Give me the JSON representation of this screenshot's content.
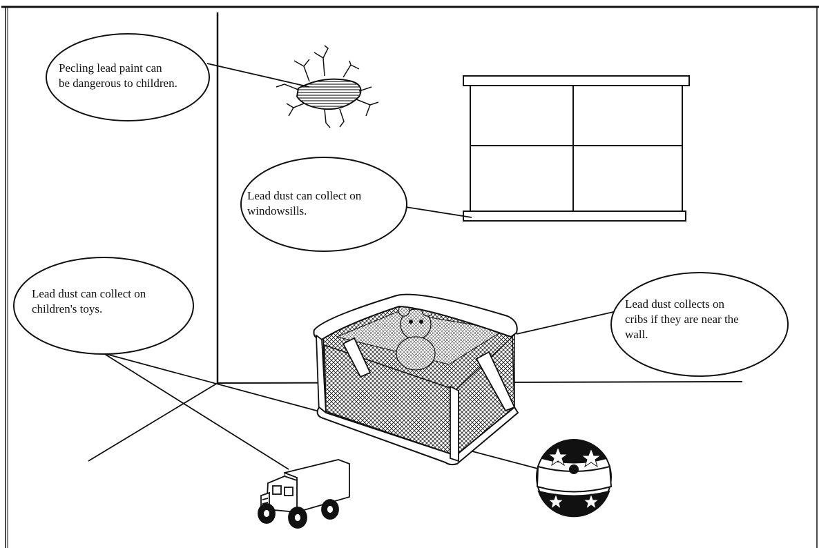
{
  "callouts": {
    "peeling_paint": {
      "line1": "Pecling lead paint can",
      "line2": "be dangerous to children."
    },
    "windowsills": {
      "line1": "Lead dust can collect on",
      "line2": "windowsills."
    },
    "toys": {
      "line1": "Lead dust can collect on",
      "line2": "children's toys."
    },
    "cribs": {
      "line1": "Lead dust collects on",
      "line2": "cribs if they are near the",
      "line3": "wall."
    }
  },
  "colors": {
    "ink": "#111111",
    "background": "#ffffff"
  }
}
